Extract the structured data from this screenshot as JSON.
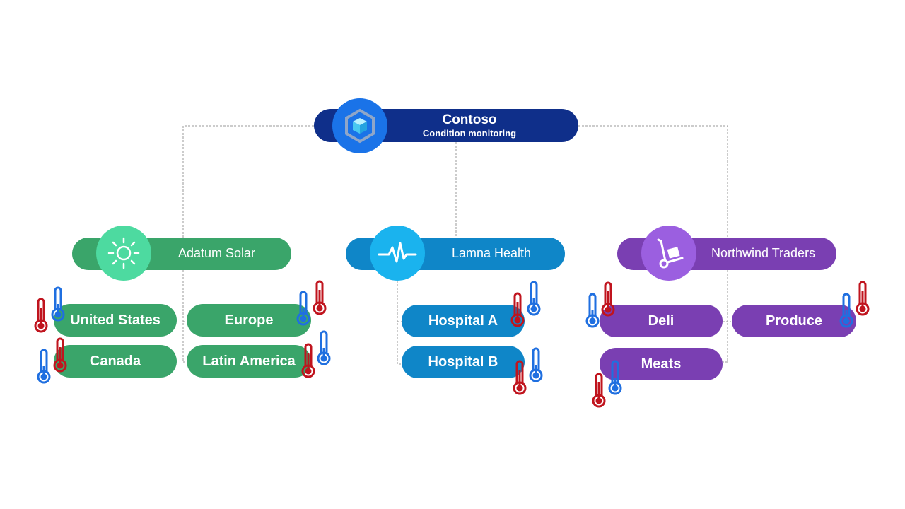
{
  "colors": {
    "root": "#0f2f8a",
    "root_icon": "#1a73e8",
    "green": "#3aa56a",
    "green_icon": "#4ddaa0",
    "blue": "#0f86c8",
    "blue_icon": "#1ab3ee",
    "purple": "#7a3fb2",
    "purple_icon": "#9b5fe0",
    "thermo_hot": "#c0141e",
    "thermo_cold": "#1f6fe0",
    "connector": "#9a9a9a"
  },
  "root": {
    "title": "Contoso",
    "subtitle": "Condition monitoring",
    "icon": "cube-icon"
  },
  "categories": [
    {
      "name": "Adatum Solar",
      "icon": "sun-icon",
      "children": [
        "United States",
        "Europe",
        "Canada",
        "Latin America"
      ]
    },
    {
      "name": "Lamna Health",
      "icon": "heartbeat-icon",
      "children": [
        "Hospital A",
        "Hospital B"
      ]
    },
    {
      "name": "Northwind Traders",
      "icon": "hand-truck-icon",
      "children": [
        "Deli",
        "Produce",
        "Meats"
      ]
    }
  ],
  "thermometer_icon": "thermometer-icon"
}
